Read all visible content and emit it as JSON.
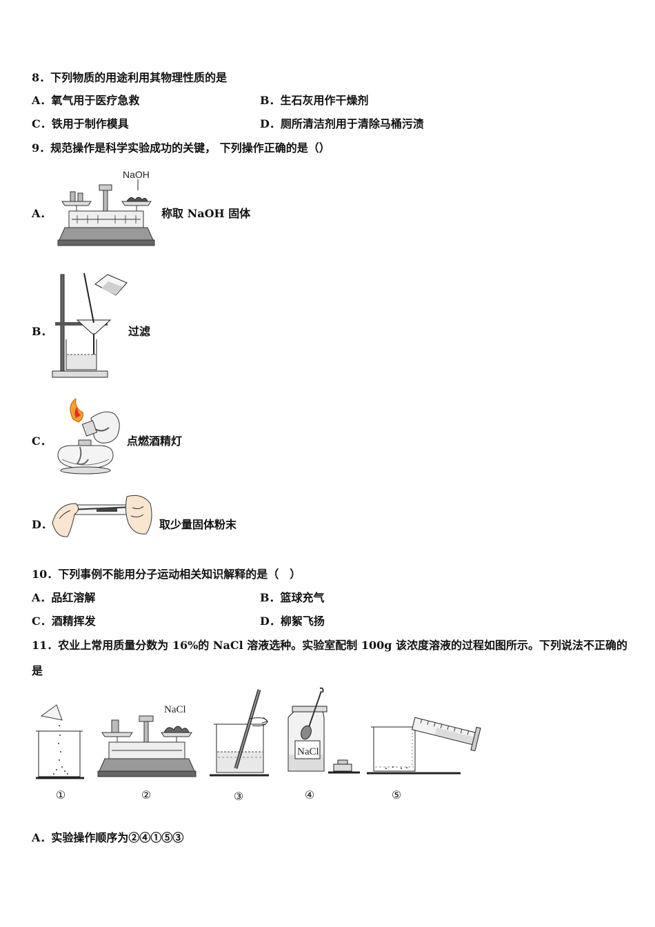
{
  "q8": {
    "stem": "8．下列物质的用途利用其物理性质的是",
    "options": {
      "A": "A．氧气用于医疗急救",
      "B": "B．生石灰用作干燥剂",
      "C": "C．铁用于制作模具",
      "D": "D．厕所清洁剂用于清除马桶污渍"
    }
  },
  "q9": {
    "stem": "9．规范操作是科学实验成功的关键， 下列操作正确的是（）",
    "options": [
      {
        "letter": "A．",
        "caption": "称取 NaOH 固体",
        "figure_text": "NaOH",
        "icon": "balance-icon"
      },
      {
        "letter": "B．",
        "caption": "过滤",
        "icon": "filtration-icon"
      },
      {
        "letter": "C．",
        "caption": "点燃酒精灯",
        "icon": "alcohol-lamp-icon"
      },
      {
        "letter": "D．",
        "caption": "取少量固体粉末",
        "icon": "test-tube-icon"
      }
    ]
  },
  "q10": {
    "stem": "10．下列事例不能用分子运动相关知识解释的是（　）",
    "options": {
      "A": "A．品红溶解",
      "B": "B．篮球充气",
      "C": "C．酒精挥发",
      "D": "D．柳絮飞扬"
    }
  },
  "q11": {
    "stem_line1": "11．农业上常用质量分数为 16%的 NaCl 溶液选种。实验室配制 100g 该浓度溶液的过程如图所示。下列说法不正确的",
    "stem_line2": "是",
    "figure_text": {
      "balance": "NaCl",
      "jar": "NaCl"
    },
    "step_labels": [
      "①",
      "②",
      "③",
      "④",
      "⑤"
    ],
    "option_A": "A．实验操作顺序为②④①⑤③"
  }
}
